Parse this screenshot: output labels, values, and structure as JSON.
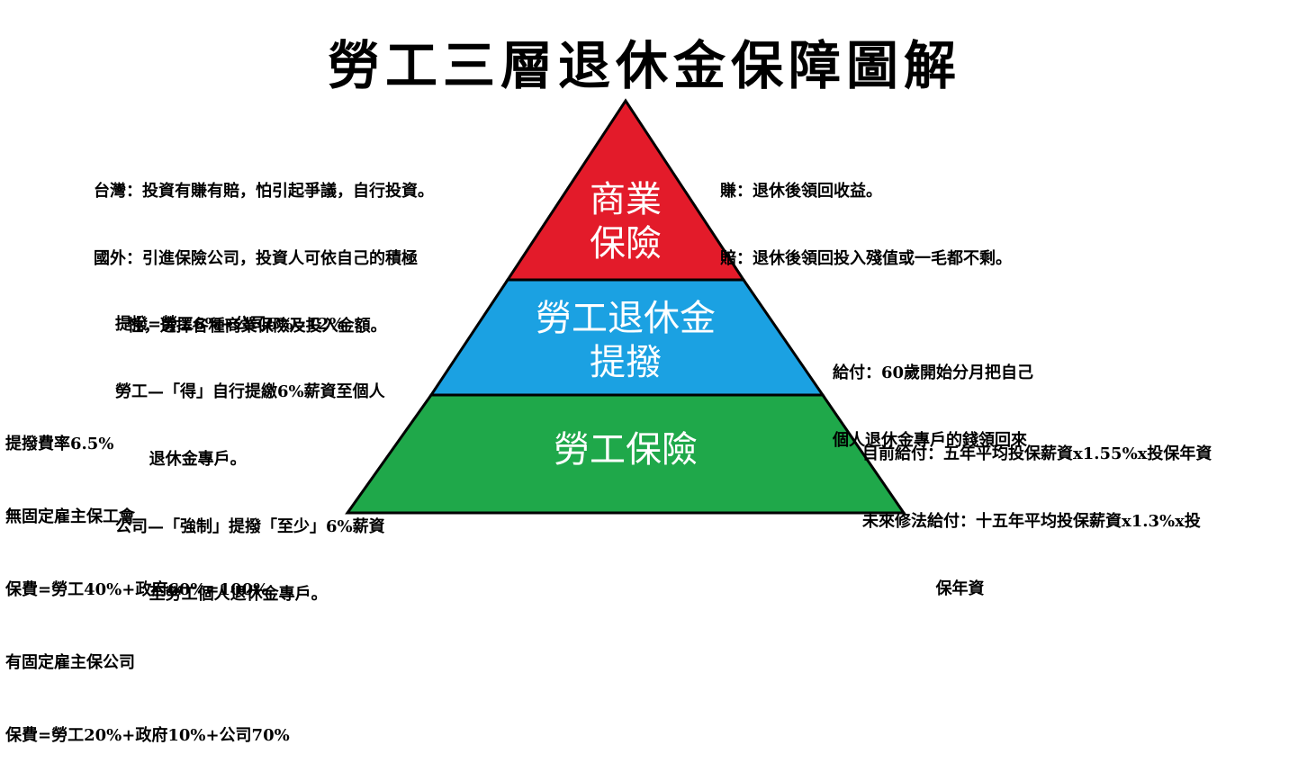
{
  "title": "勞工三層退休金保障圖解",
  "colors": {
    "top": "#e31b2a",
    "middle": "#1ba1e2",
    "bottom": "#1fa84a",
    "outline": "#000000"
  },
  "layers": {
    "top": {
      "line1": "商業",
      "line2": "保險"
    },
    "middle": {
      "line1": "勞工退休金",
      "line2": "提撥"
    },
    "bottom": {
      "line1": "勞工保險"
    }
  },
  "notes": {
    "top_left": [
      "台灣：投資有賺有賠，怕引起爭議，自行投資。",
      "國外：引進保險公司，投資人可依自己的積極",
      "      性，選擇各種商業保險及投入金額。"
    ],
    "top_right": [
      "賺：退休後領回收益。",
      "賠：退休後領回投入殘值或一毛都不剩。"
    ],
    "middle_left": [
      "提撥=勞工6%+公司6%=12%",
      "勞工—「得」自行提繳6%薪資至個人",
      "      退休金專戶。",
      "公司—「強制」提撥「至少」6%薪資",
      "      至勞工個人退休金專戶。"
    ],
    "middle_right": [
      "給付：60歲開始分月把自己",
      "個人退休金專戶的錢領回來"
    ],
    "bottom_left": [
      "提撥費率6.5%",
      "無固定雇主保工會",
      "保費=勞工40%+政府60%=100%",
      "有固定雇主保公司",
      "保費=勞工20%+政府10%+公司70%"
    ],
    "bottom_right": [
      "目前給付：五年平均投保薪資x1.55%x投保年資",
      "未來修法給付：十五年平均投保薪資x1.3%x投",
      "             保年資"
    ]
  }
}
